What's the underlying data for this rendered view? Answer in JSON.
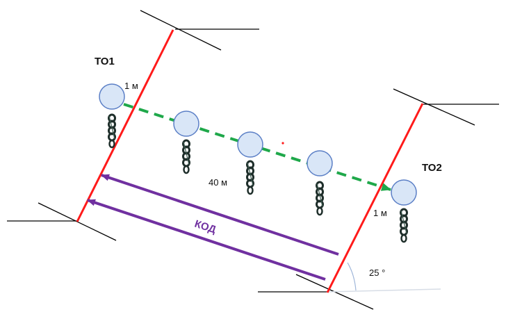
{
  "labels": {
    "to1": "ТО1",
    "to2": "ТО2",
    "dist_1m_top": "1 м",
    "dist_1m_right": "1 м",
    "dist_40m": "40 м",
    "kod": "КОД",
    "angle": "25 °"
  },
  "colors": {
    "boundary_line": "#ff1a1a",
    "guide_line": "#1fa84a",
    "kod_arrow": "#7030a0",
    "buoy_fill": "#d9e6f7",
    "buoy_stroke": "#5b7fc6",
    "rope": "#1e2e2a",
    "frame_line": "#000000"
  },
  "icons": {
    "buoy": "buoy-icon",
    "rope": "rope-icon",
    "arrowhead": "arrowhead-icon"
  }
}
